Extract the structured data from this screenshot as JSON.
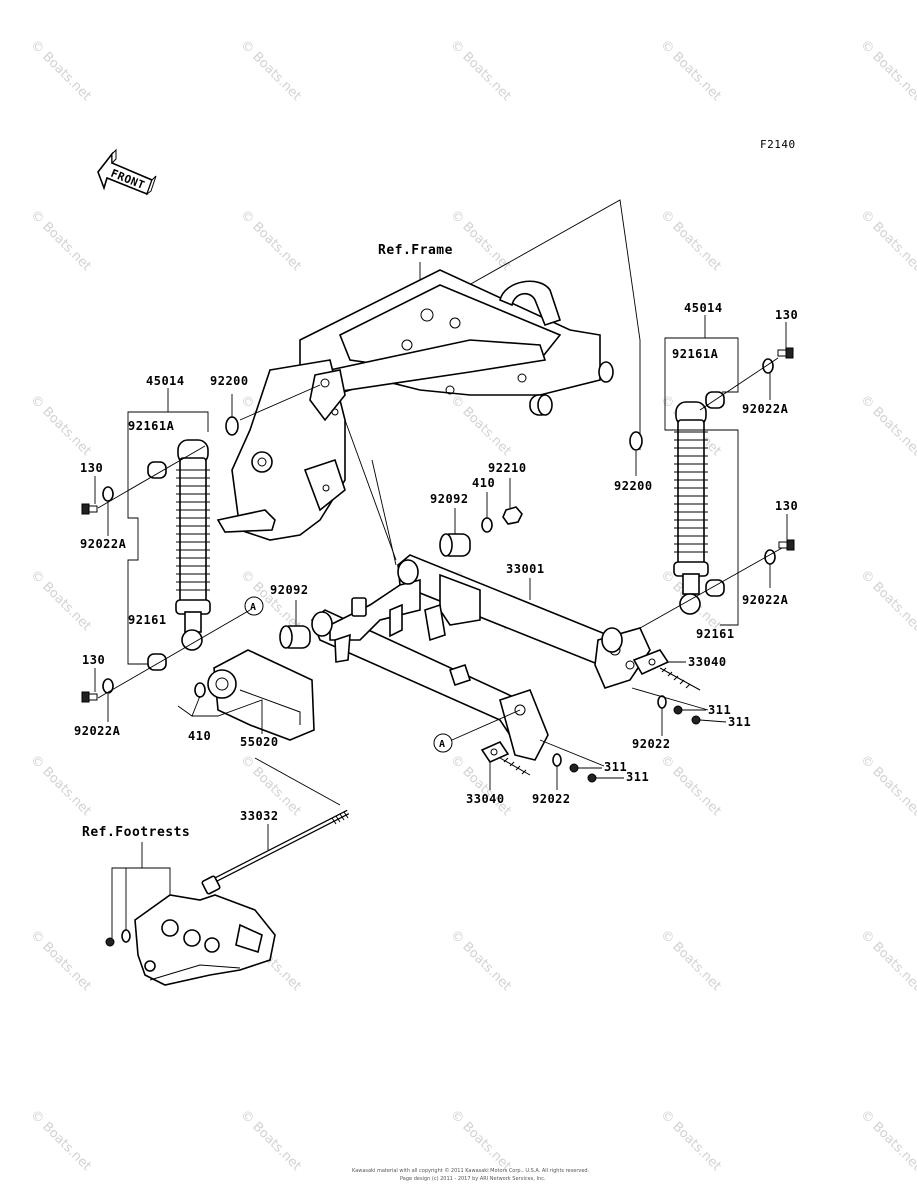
{
  "figure_code": "F2140",
  "direction_arrow": "FRONT",
  "references": {
    "frame": "Ref.Frame",
    "footrests": "Ref.Footrests"
  },
  "callout_letter": "A",
  "parts": {
    "shock_absorber": "45014",
    "bushing_a": "92161A",
    "bushing": "92161",
    "bolt": "130",
    "washer_a": "92022A",
    "washer": "92022",
    "collar_washer": "92200",
    "sleeve": "92092",
    "swingarm_washer": "410",
    "nut": "92210",
    "swingarm": "33001",
    "chain_adjuster": "33040",
    "nut_small": "311",
    "chain_guard": "55020",
    "pivot_shaft": "33032"
  },
  "watermark": "© Boats.net",
  "copyright_line1": "Kawasaki material with all copyright © 2011 Kawasaki Motors Corp., U.S.A. All rights reserved.",
  "copyright_line2": "Page design (c) 2011 - 2017 by ARI Network Services, Inc."
}
